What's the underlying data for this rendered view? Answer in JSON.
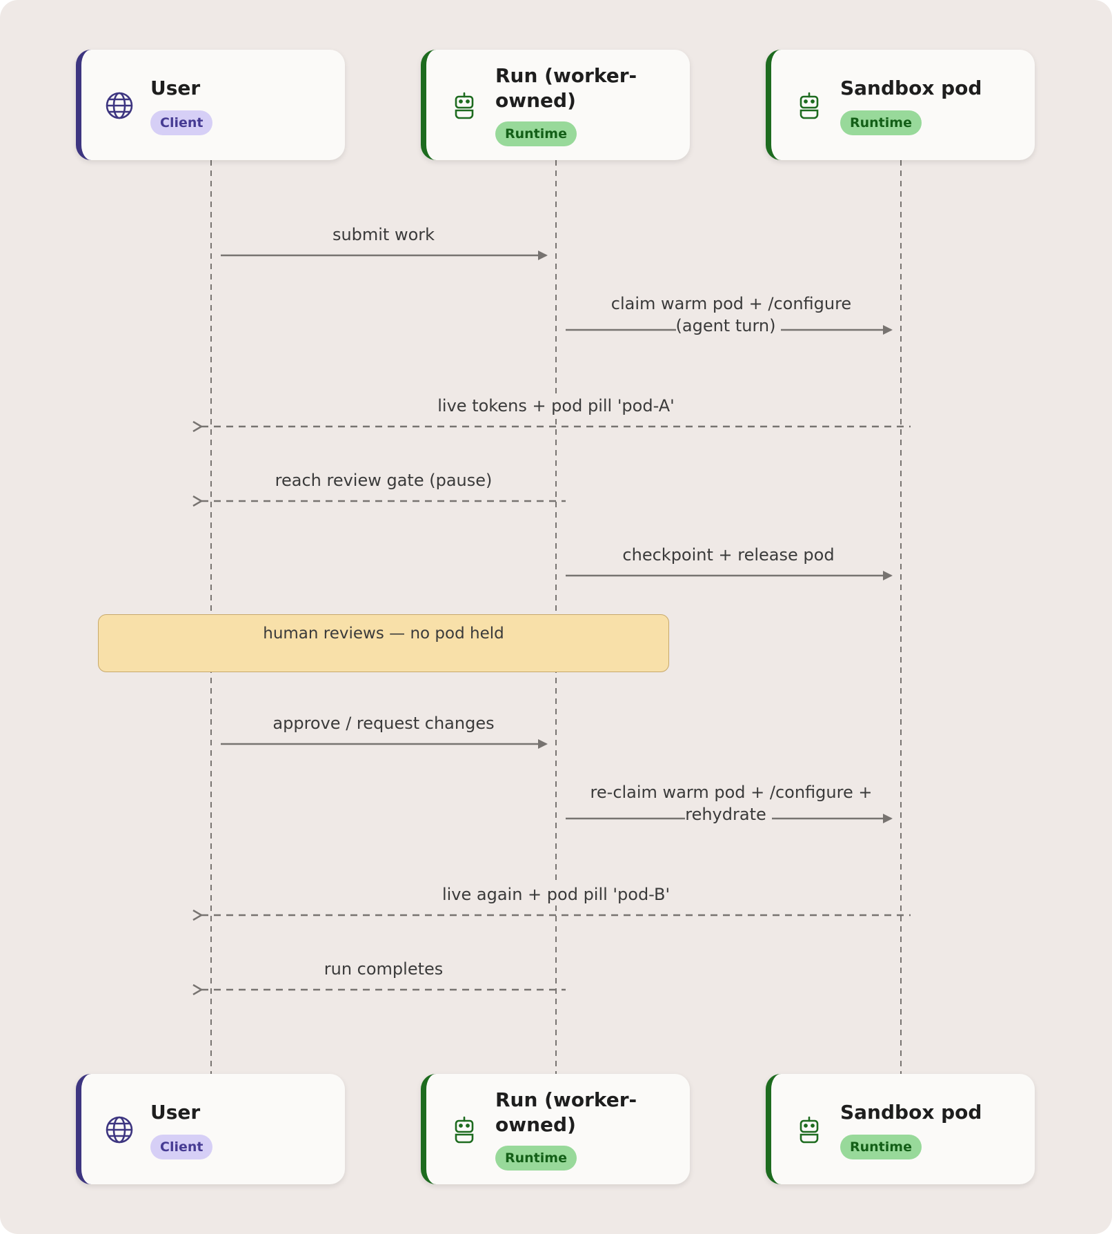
{
  "actors": [
    {
      "id": "user",
      "name": "User",
      "badge": "Client",
      "icon": "globe-icon",
      "color": "#3d3580"
    },
    {
      "id": "run",
      "name": "Run (worker-owned)",
      "badge": "Runtime",
      "icon": "robot-icon",
      "color": "#1d6b1f"
    },
    {
      "id": "pod",
      "name": "Sandbox pod",
      "badge": "Runtime",
      "icon": "robot-icon",
      "color": "#1d6b1f"
    }
  ],
  "messages": [
    {
      "from": "user",
      "to": "run",
      "label": "submit work",
      "style": "solid"
    },
    {
      "from": "run",
      "to": "pod",
      "label": "claim warm pod + /configure (agent turn)",
      "style": "solid"
    },
    {
      "from": "pod",
      "to": "user",
      "label": "live tokens + pod pill 'pod-A'",
      "style": "dashed"
    },
    {
      "from": "run",
      "to": "user",
      "label": "reach review gate (pause)",
      "style": "dashed"
    },
    {
      "from": "run",
      "to": "pod",
      "label": "checkpoint + release pod",
      "style": "solid"
    },
    {
      "from": "user",
      "to": "run",
      "label": "approve / request changes",
      "style": "solid"
    },
    {
      "from": "run",
      "to": "pod",
      "label": "re-claim warm pod + /configure + rehydrate",
      "style": "solid"
    },
    {
      "from": "pod",
      "to": "user",
      "label": "live again + pod pill 'pod-B'",
      "style": "dashed"
    },
    {
      "from": "run",
      "to": "user",
      "label": "run completes",
      "style": "dashed"
    }
  ],
  "note": {
    "text": "human reviews — no pod held"
  },
  "colors": {
    "background": "#efe9e6",
    "client_accent": "#3d3580",
    "runtime_accent": "#1d6b1f",
    "note_fill": "#f8e0a9",
    "line": "#777370"
  }
}
